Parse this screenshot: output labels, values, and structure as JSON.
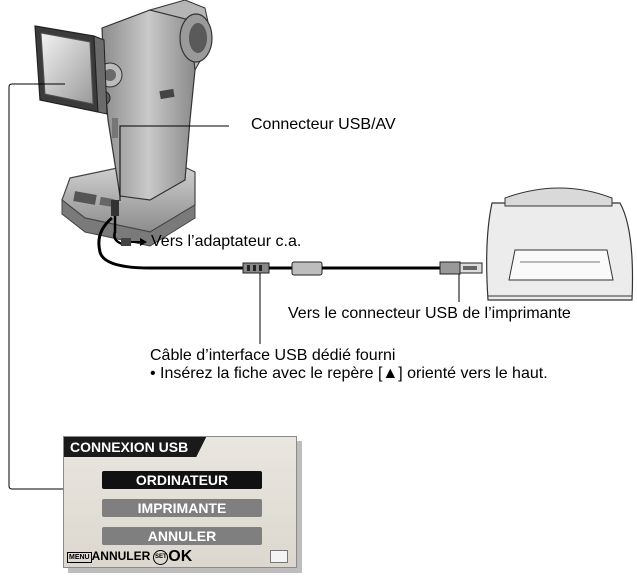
{
  "labels": {
    "connector_av": "Connecteur USB/AV",
    "ac_adapter": "Vers l’adaptateur c.a.",
    "printer_usb": "Vers le connecteur USB de l’imprimante",
    "cable": "Câble d’interface USB dédié fourni",
    "insert_note": "• Insérez la fiche avec le repère [▲] orienté vers le haut."
  },
  "menu": {
    "title": "CONNEXION USB",
    "options": [
      "ORDINATEUR",
      "IMPRIMANTE",
      "ANNULER"
    ],
    "selected": "ORDINATEUR",
    "footer_menu_key": "MENU",
    "footer_cancel": "ANNULER",
    "footer_set_key": "SET",
    "footer_ok": "OK"
  }
}
